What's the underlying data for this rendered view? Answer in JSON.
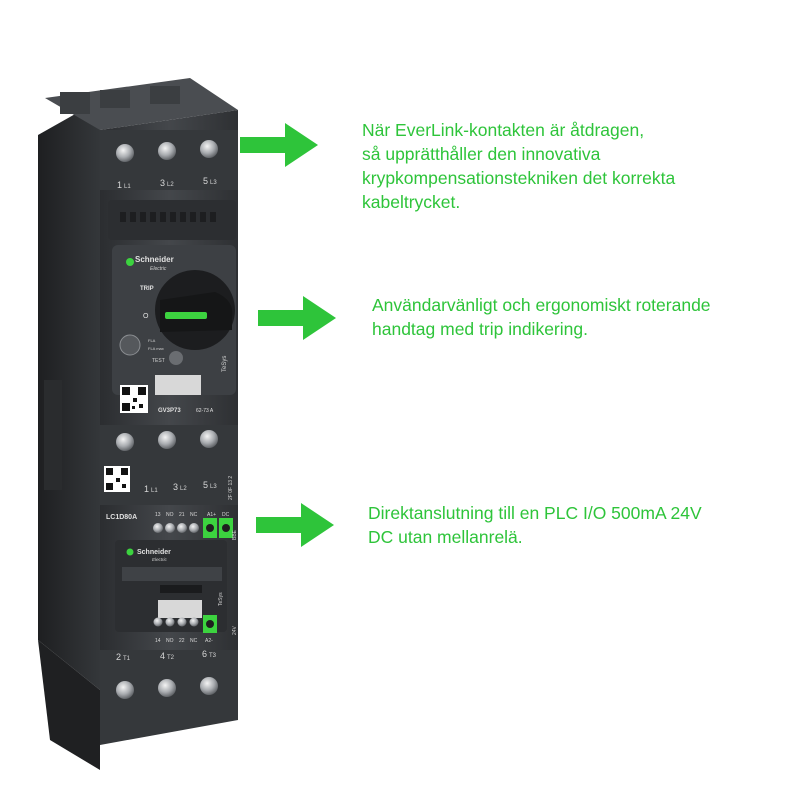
{
  "colors": {
    "callout": "#2ec43a",
    "device_body": "#3a3d40",
    "device_dark": "#26282a",
    "accent_green": "#3cd33f"
  },
  "device": {
    "terminals_top": [
      "1",
      "L1",
      "3",
      "L2",
      "5",
      "L3"
    ],
    "breaker": {
      "brand": "Schneider",
      "brand_sub": "Electric",
      "trip_label": "TRIP",
      "off_label": "O",
      "line_name": "TeSys",
      "model": "GV3P73",
      "range": "62-73 A",
      "test_label": "TEST",
      "fla_label": "FLA",
      "fla_unit": "FLA max"
    },
    "terminals_mid": [
      "1",
      "L1",
      "3",
      "L2",
      "5",
      "L3"
    ],
    "mid_side_label": "2F 0F 13 2",
    "contactor": {
      "model": "LC1D80A",
      "top_terminals": [
        "13",
        "NO",
        "21",
        "NC",
        "A1+",
        "DC"
      ],
      "bottom_terminals": [
        "14",
        "NO",
        "22",
        "NC",
        "A2-"
      ],
      "brand": "Schneider",
      "brand_sub": "Electric",
      "line_name": "TeSys",
      "side_label": "BBE",
      "voltage": "24V"
    },
    "terminals_bottom": [
      "2",
      "T1",
      "4",
      "T2",
      "6",
      "T3"
    ]
  },
  "callouts": [
    {
      "lines": [
        "När EverLink-kontakten är åtdragen,",
        "så upprätthåller den innovativa",
        "krypkompensationstekniken det korrekta",
        "kabeltrycket."
      ]
    },
    {
      "lines": [
        "Användarvänligt och ergonomiskt roterande",
        "handtag med trip indikering."
      ]
    },
    {
      "lines": [
        "Direktanslutning till en PLC I/O 500mA 24V",
        "DC utan mellanrelä."
      ]
    }
  ]
}
